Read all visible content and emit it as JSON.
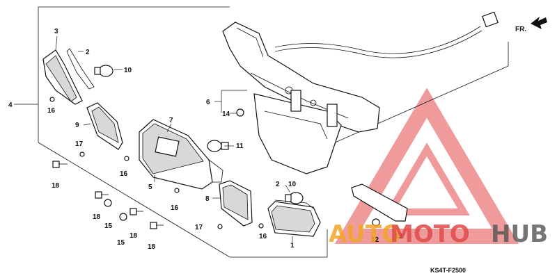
{
  "diagram": {
    "code": "KS4T-F2500",
    "direction_label": "FR.",
    "labels": {
      "p1": "1",
      "p2a": "2",
      "p2b": "2",
      "p3": "3",
      "p4": "4",
      "p5": "5",
      "p6": "6",
      "p7": "7",
      "p8": "8",
      "p9": "9",
      "p10a": "10",
      "p10b": "10",
      "p11": "11",
      "p12": "12",
      "p13": "13",
      "p14": "14",
      "p15a": "15",
      "p15b": "15",
      "p16a": "16",
      "p16b": "16",
      "p16c": "16",
      "p16d": "16",
      "p17a": "17",
      "p17b": "17",
      "p18a": "18",
      "p18b": "18",
      "p18c": "18",
      "p18d": "18"
    }
  },
  "watermark": {
    "part1": "AUTO",
    "part2": "MOTO",
    "part3": "HUB",
    "colors": {
      "auto": "#f2a52a",
      "moto": "#e24a4a",
      "hub": "#555555"
    }
  }
}
